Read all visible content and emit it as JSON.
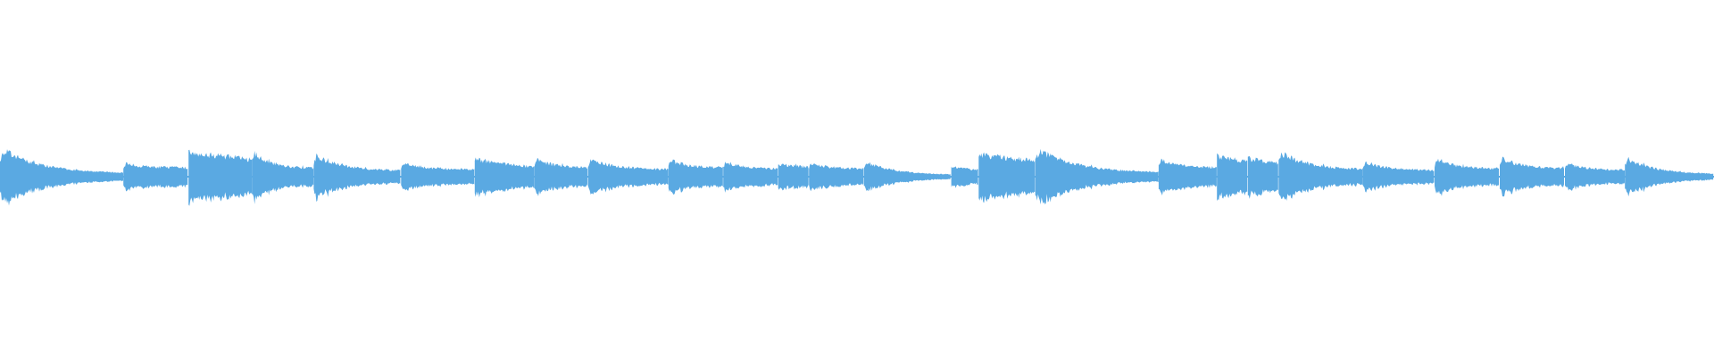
{
  "waveform": {
    "color": "#5aa9e2",
    "background": "#ffffff",
    "style": "mirrored-amplitude-envelope",
    "segments": [
      {
        "start": 0.0,
        "end": 0.072,
        "attack": 0.92,
        "decay": 0.1,
        "kind": "fade"
      },
      {
        "start": 0.072,
        "end": 0.11,
        "attack": 0.42,
        "decay": 0.28,
        "kind": "fade"
      },
      {
        "start": 0.11,
        "end": 0.147,
        "attack": 0.78,
        "decay": 0.55,
        "kind": "hold"
      },
      {
        "start": 0.147,
        "end": 0.183,
        "attack": 0.8,
        "decay": 0.25,
        "kind": "fade"
      },
      {
        "start": 0.183,
        "end": 0.234,
        "attack": 0.7,
        "decay": 0.18,
        "kind": "fade"
      },
      {
        "start": 0.234,
        "end": 0.277,
        "attack": 0.45,
        "decay": 0.22,
        "kind": "fade"
      },
      {
        "start": 0.277,
        "end": 0.312,
        "attack": 0.55,
        "decay": 0.3,
        "kind": "hold"
      },
      {
        "start": 0.312,
        "end": 0.343,
        "attack": 0.6,
        "decay": 0.28,
        "kind": "fade"
      },
      {
        "start": 0.343,
        "end": 0.39,
        "attack": 0.58,
        "decay": 0.22,
        "kind": "fade"
      },
      {
        "start": 0.39,
        "end": 0.422,
        "attack": 0.55,
        "decay": 0.28,
        "kind": "fade"
      },
      {
        "start": 0.422,
        "end": 0.454,
        "attack": 0.48,
        "decay": 0.25,
        "kind": "fade"
      },
      {
        "start": 0.454,
        "end": 0.472,
        "attack": 0.4,
        "decay": 0.3,
        "kind": "hold"
      },
      {
        "start": 0.472,
        "end": 0.504,
        "attack": 0.45,
        "decay": 0.25,
        "kind": "fade"
      },
      {
        "start": 0.504,
        "end": 0.555,
        "attack": 0.5,
        "decay": 0.06,
        "kind": "fade"
      },
      {
        "start": 0.555,
        "end": 0.571,
        "attack": 0.3,
        "decay": 0.22,
        "kind": "hold"
      },
      {
        "start": 0.571,
        "end": 0.604,
        "attack": 0.7,
        "decay": 0.5,
        "kind": "hold"
      },
      {
        "start": 0.604,
        "end": 0.676,
        "attack": 0.92,
        "decay": 0.12,
        "kind": "fade"
      },
      {
        "start": 0.676,
        "end": 0.71,
        "attack": 0.58,
        "decay": 0.28,
        "kind": "fade"
      },
      {
        "start": 0.71,
        "end": 0.728,
        "attack": 0.65,
        "decay": 0.48,
        "kind": "hold"
      },
      {
        "start": 0.728,
        "end": 0.746,
        "attack": 0.58,
        "decay": 0.42,
        "kind": "hold"
      },
      {
        "start": 0.746,
        "end": 0.795,
        "attack": 0.82,
        "decay": 0.22,
        "kind": "fade"
      },
      {
        "start": 0.795,
        "end": 0.837,
        "attack": 0.48,
        "decay": 0.2,
        "kind": "fade"
      },
      {
        "start": 0.837,
        "end": 0.875,
        "attack": 0.55,
        "decay": 0.25,
        "kind": "fade"
      },
      {
        "start": 0.875,
        "end": 0.913,
        "attack": 0.62,
        "decay": 0.25,
        "kind": "fade"
      },
      {
        "start": 0.913,
        "end": 0.948,
        "attack": 0.45,
        "decay": 0.2,
        "kind": "fade"
      },
      {
        "start": 0.948,
        "end": 1.0,
        "attack": 0.62,
        "decay": 0.08,
        "kind": "fade"
      }
    ]
  }
}
